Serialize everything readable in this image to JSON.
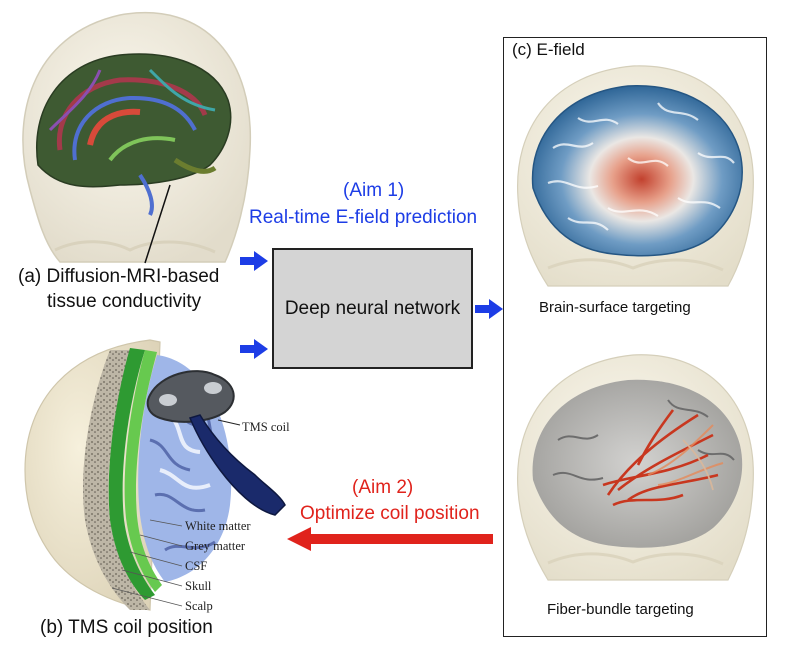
{
  "panel_a": {
    "label_line1": "(a) Diffusion-MRI-based",
    "label_line2": "tissue conductivity"
  },
  "panel_b": {
    "label": "(b) TMS coil position",
    "coil_label": "TMS coil",
    "layers": [
      "White matter",
      "Grey matter",
      "CSF",
      "Skull",
      "Scalp"
    ]
  },
  "panel_c": {
    "title": "(c) E-field",
    "top_caption": "Brain-surface targeting",
    "bottom_caption": "Fiber-bundle targeting"
  },
  "aim1": {
    "title": "(Aim 1)",
    "subtitle": "Real-time E-field prediction"
  },
  "aim2": {
    "title": "(Aim 2)",
    "subtitle": "Optimize coil position"
  },
  "network": {
    "label": "Deep neural network"
  },
  "colors": {
    "aim1_blue": "#1d3de6",
    "aim2_red": "#e0231c",
    "box_fill": "#d4d4d4"
  }
}
